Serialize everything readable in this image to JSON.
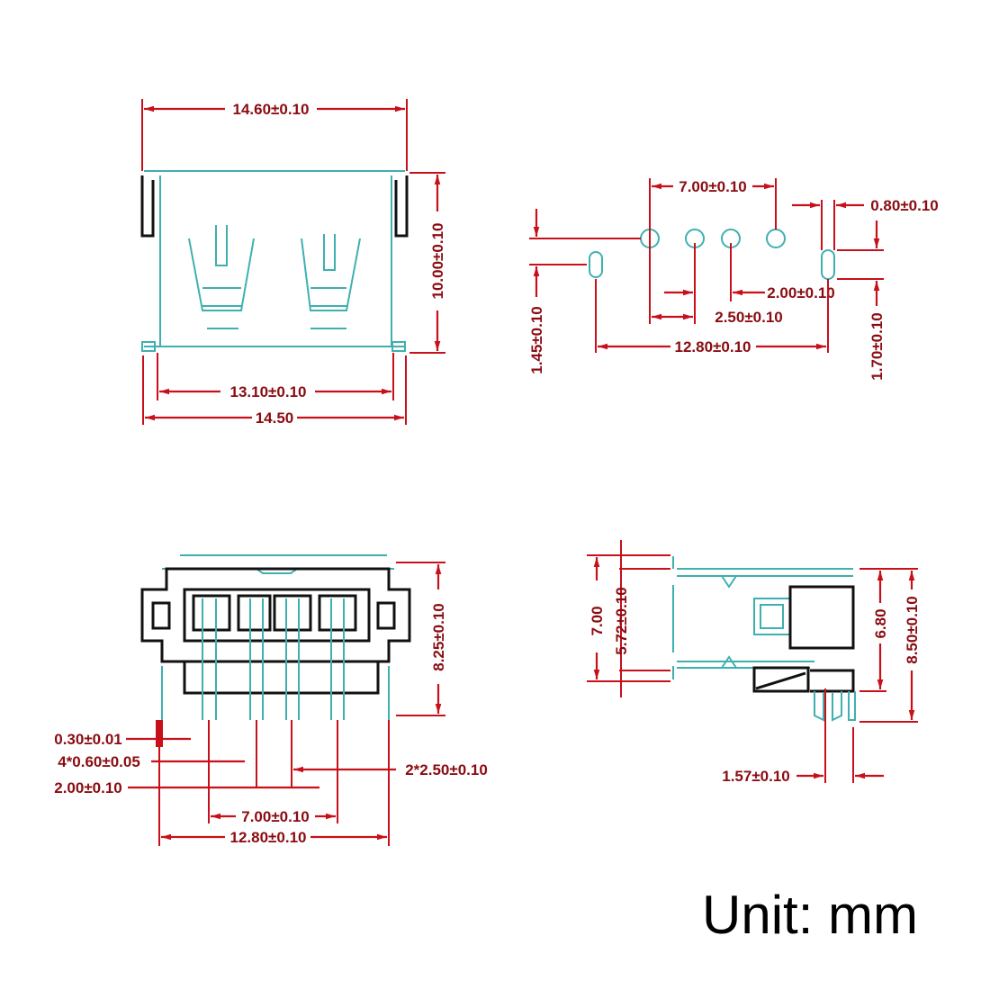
{
  "unit_label": "Unit: mm",
  "colors": {
    "dimension": "#c8101a",
    "outline": "#3fb0b0",
    "body": "#111111"
  },
  "views": {
    "front": {
      "width_top": "14.60±0.10",
      "height": "10.00±0.10",
      "inner_width": "13.10±0.10",
      "width_bottom": "14.50"
    },
    "footprint": {
      "pin_span": "7.00±0.10",
      "hole_dia": "0.80±0.10",
      "pin_pitch_a": "2.00±0.10",
      "pin_pitch_b": "2.50±0.10",
      "mount_span": "12.80±0.10",
      "offset_left": "1.45±0.10",
      "offset_right": "1.70±0.10"
    },
    "rear": {
      "height": "8.25±0.10",
      "pin_thickness": "0.30±0.01",
      "pin_width": "4*0.60±0.05",
      "pitch_outer": "2*2.50±0.10",
      "pitch_inner": "2.00±0.10",
      "pin_span": "7.00±0.10",
      "mount_span": "12.80±0.10"
    },
    "side": {
      "tab_span": "7.00",
      "body_height": "5.72±0.10",
      "right_height": "6.80",
      "total_height": "8.50±0.10",
      "pin_offset": "1.57±0.10"
    }
  }
}
